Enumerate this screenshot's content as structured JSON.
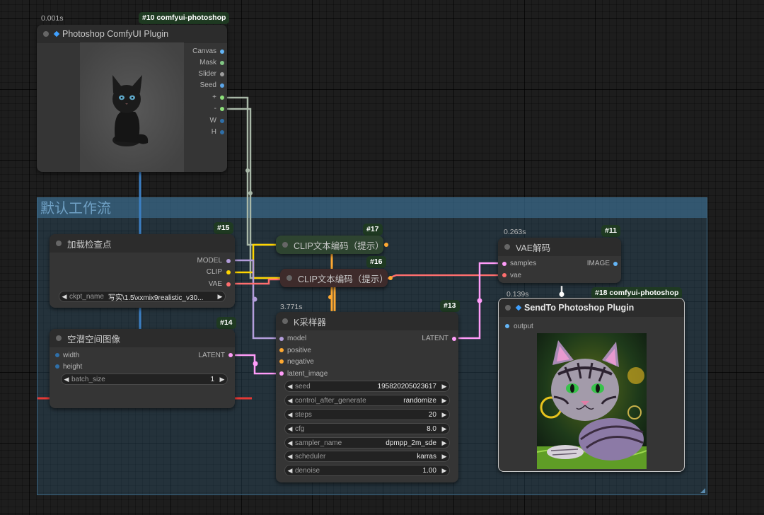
{
  "group": {
    "title": "默认工作流"
  },
  "ps_plugin": {
    "timer": "0.001s",
    "badge": "#10 comfyui-photoshop",
    "title": "Photoshop ComfyUI Plugin",
    "outputs": [
      "Canvas",
      "Mask",
      "Slider",
      "Seed",
      "+",
      "-",
      "W",
      "H"
    ]
  },
  "checkpoint": {
    "badge": "#15",
    "title": "加载检查点",
    "outputs": [
      "MODEL",
      "CLIP",
      "VAE"
    ],
    "widget_label": "ckpt_name",
    "widget_value": "写实\\1.5\\xxmix9realistic_v30..."
  },
  "latent": {
    "badge": "#14",
    "title": "空潜空间图像",
    "inputs": [
      "width",
      "height"
    ],
    "outputs": [
      "LATENT"
    ],
    "widget_label": "batch_size",
    "widget_value": "1"
  },
  "clip17": {
    "badge": "#17",
    "title": "CLIP文本编码（提示）"
  },
  "clip16": {
    "badge": "#16",
    "title": "CLIP文本编码（提示）"
  },
  "ksampler": {
    "timer": "3.771s",
    "badge": "#13",
    "title": "K采样器",
    "inputs": [
      "model",
      "positive",
      "negative",
      "latent_image"
    ],
    "outputs": [
      "LATENT"
    ],
    "widgets": [
      {
        "label": "seed",
        "value": "195820205023617"
      },
      {
        "label": "control_after_generate",
        "value": "randomize"
      },
      {
        "label": "steps",
        "value": "20"
      },
      {
        "label": "cfg",
        "value": "8.0"
      },
      {
        "label": "sampler_name",
        "value": "dpmpp_2m_sde"
      },
      {
        "label": "scheduler",
        "value": "karras"
      },
      {
        "label": "denoise",
        "value": "1.00"
      }
    ]
  },
  "vae": {
    "timer": "0.263s",
    "badge": "#11",
    "title": "VAE解码",
    "inputs": [
      "samples",
      "vae"
    ],
    "outputs": [
      "IMAGE"
    ]
  },
  "sendto": {
    "timer": "0.139s",
    "badge": "#18 comfyui-photoshop",
    "title": "SendTo Photoshop Plugin",
    "inputs": [
      "output"
    ]
  },
  "colors": {
    "model": "#b39ddb",
    "clip": "#ffd500",
    "vae": "#ff6e6e",
    "latent": "#ff9cf9",
    "conditioning": "#ffa931",
    "image": "#64b5f6",
    "int": "#5ba5e8"
  }
}
